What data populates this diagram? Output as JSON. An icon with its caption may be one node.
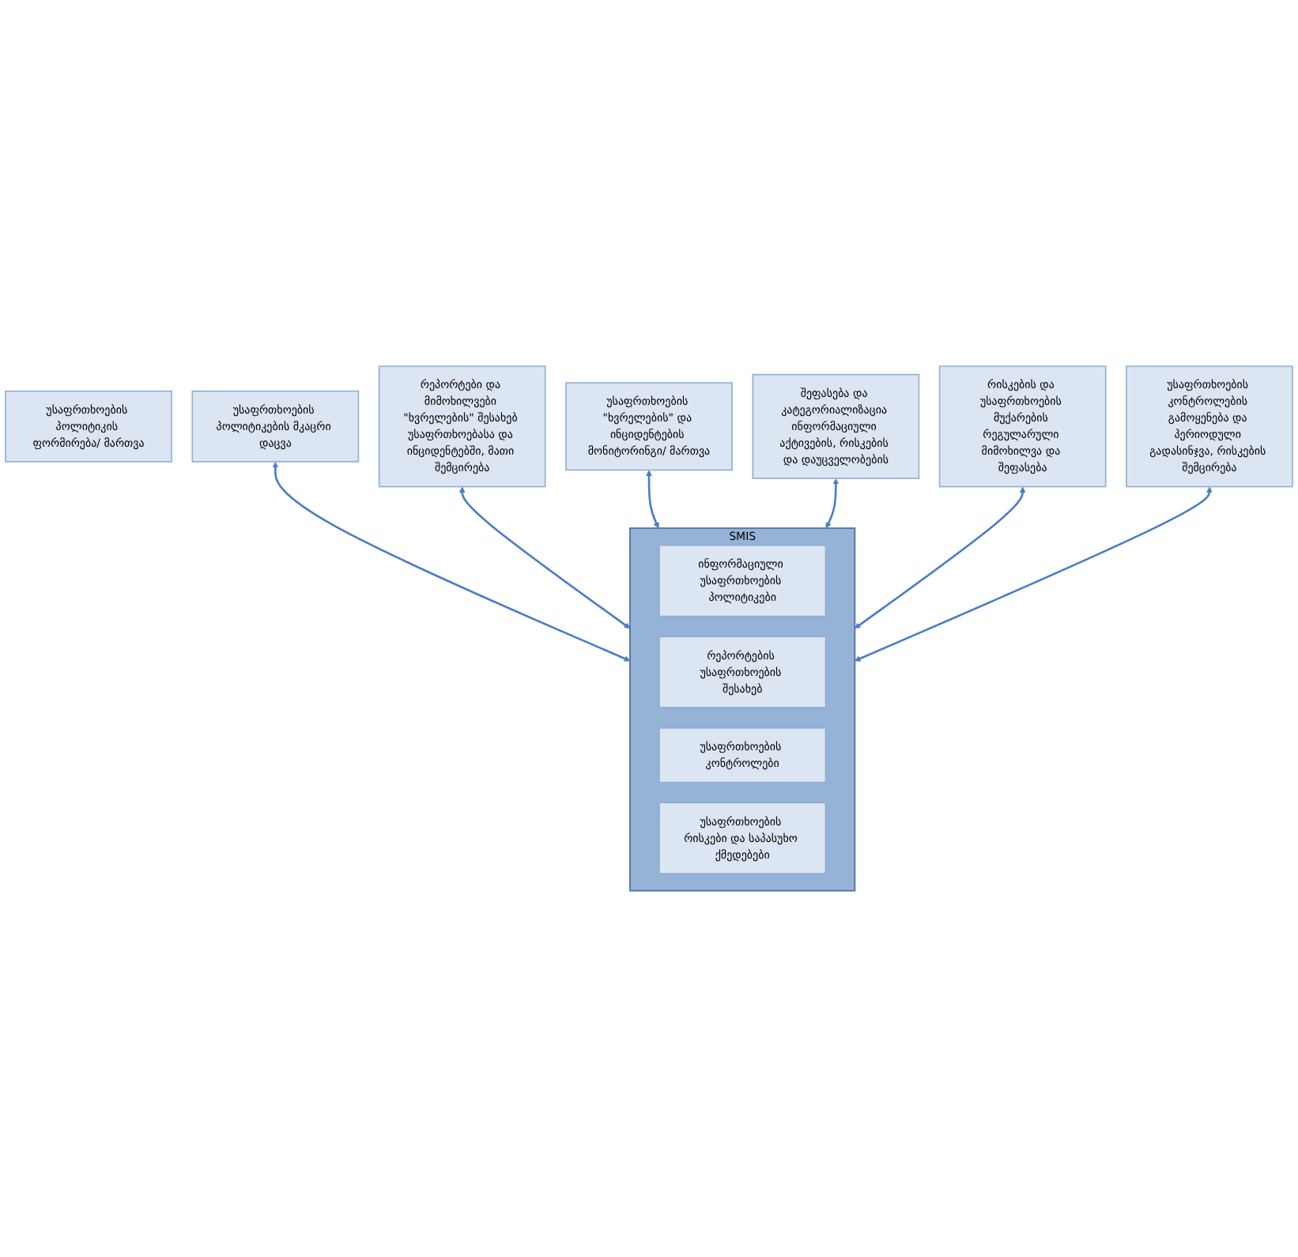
{
  "diagram": {
    "nodes": [
      {
        "text": [
          "უსაფრთხოების პოლიტიკის ფორმირება/ მართვა"
        ]
      },
      {
        "text": [
          "შეფასება და კატეგორიალიზაცია ინფორმაციული აქტივების, რისკების და დაუცველობების"
        ]
      },
      {
        "text": [
          "უსაფრთხოების \"ხვრელების\" და ინციდენტების მონიტორინგი/ მართვა"
        ]
      },
      {
        "text": [
          "უსაფრთხოების პოლიტიკების მკაცრი დაცვა"
        ]
      },
      {
        "text": [
          "რისკების და უსაფრთხოების მუქარების რეგულარული მიმოხილვა და შეფასება"
        ]
      },
      {
        "text": [
          "რეპორტები და მიმოხილვები \"ხვრელების\" შესახებ უსაფრთხოებასა და ინციდენტებში, მათი შემცირება"
        ]
      },
      {
        "text": [
          "უსაფრთხოების კონტროლების გამოყენება და პერიოდული გადასინჯვა, რისკების შემცირება"
        ]
      },
      {
        "text": [
          "SMIS"
        ]
      },
      {
        "text": [
          "ინფორმაციული უსაფრთხოების პოლიტიკები"
        ],
        "in": 7
      },
      {
        "text": [
          "რეპორტების უსაფრთხოების შესახებ"
        ],
        "in": 7
      },
      {
        "text": [
          "უსაფრთხოების კონტროლები"
        ],
        "in": 7
      },
      {
        "text": [
          "უსაფრთხოების რისკები და საპასუხო ქმედებები"
        ],
        "in": 7
      }
    ],
    "edges": [
      {
        "from": 3,
        "to": 7,
        "arrow": "both"
      },
      {
        "from": 5,
        "to": 7,
        "arrow": "both"
      },
      {
        "from": 2,
        "to": 7,
        "arrow": "both"
      },
      {
        "from": 1,
        "to": 7,
        "arrow": "both"
      },
      {
        "from": 4,
        "to": 7,
        "arrow": "both"
      },
      {
        "from": 6,
        "to": 7,
        "arrow": "both"
      }
    ]
  }
}
